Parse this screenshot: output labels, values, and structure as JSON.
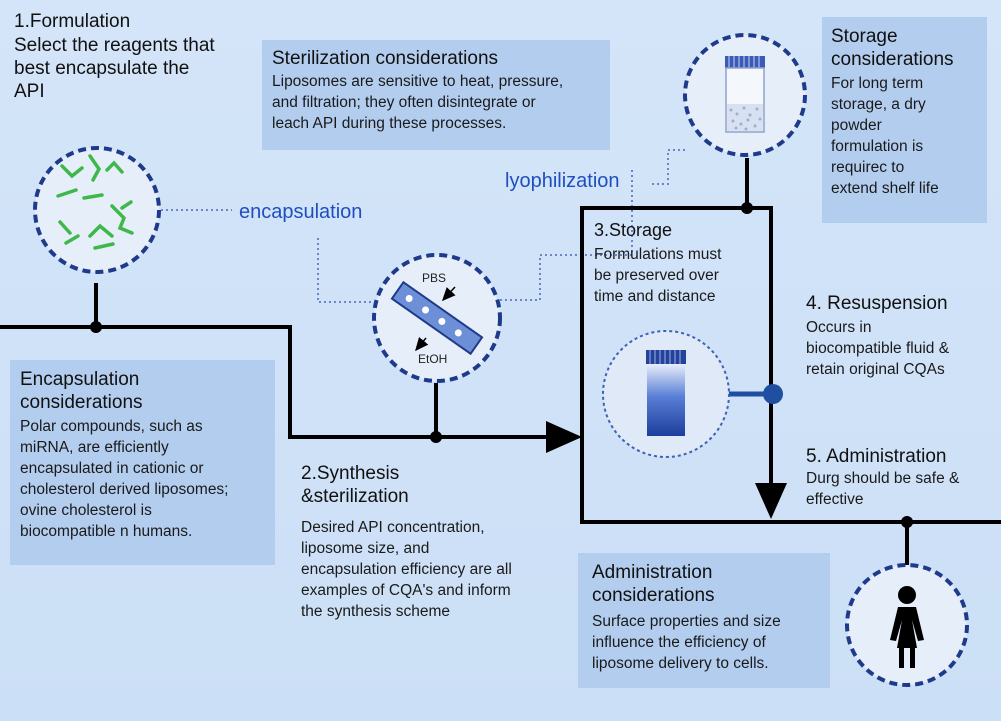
{
  "formulation": {
    "heading": "1.Formulation",
    "body": [
      "Select the reagents that",
      "best encapsulate the",
      "API"
    ]
  },
  "sterilization_box": {
    "heading": "Sterilization considerations",
    "body": [
      "Liposomes are sensitive to heat, pressure,",
      "and filtration; they often disintegrate or",
      "leach API during these processes."
    ]
  },
  "storage_box": {
    "heading": [
      "Storage",
      "considerations"
    ],
    "body": [
      "For long term",
      "storage, a dry",
      "powder",
      "formulation is",
      "requirec to",
      "extend shelf life"
    ]
  },
  "labels": {
    "encapsulation": "encapsulation",
    "lyophilization": "lyophilization",
    "pbs": "PBS",
    "etoh": "EtOH"
  },
  "storage_step": {
    "heading": "3.Storage",
    "body": [
      "Formulations must",
      "be preserved over",
      "time and distance"
    ]
  },
  "resuspension": {
    "heading": "4. Resuspension",
    "body": [
      "Occurs in",
      "biocompatible fluid &",
      "retain original CQAs"
    ]
  },
  "administration_step": {
    "heading": "5. Administration",
    "body": [
      "Durg should be safe &",
      "effective"
    ]
  },
  "encapsulation_box": {
    "heading": [
      "Encapsulation",
      "considerations"
    ],
    "body": [
      "Polar compounds, such as",
      "miRNA, are efficiently",
      "encapsulated in cationic or",
      "cholesterol derived liposomes;",
      "ovine cholesterol is",
      "biocompatible  n humans."
    ]
  },
  "synthesis": {
    "heading": [
      "2.Synthesis",
      "&sterilization"
    ],
    "body": [
      "Desired API concentration,",
      "liposome size, and",
      "encapsulation efficiency are all",
      "examples of CQA's and inform",
      "the synthesis scheme"
    ]
  },
  "administration_box": {
    "heading": [
      "Administration",
      "considerations"
    ],
    "body": [
      "Surface properties and size",
      "influence the efficiency of",
      "liposome delivery to cells."
    ]
  },
  "colors": {
    "background": "#cfe2f8",
    "box": "#b3cdef",
    "circle_border": "#1e3a8a",
    "link_text": "#1f4fbf",
    "line": "#000000"
  },
  "icons": [
    "mirna-strands-icon",
    "microfluidic-chip-icon",
    "powder-vial-icon",
    "liquid-vial-icon",
    "person-icon"
  ]
}
